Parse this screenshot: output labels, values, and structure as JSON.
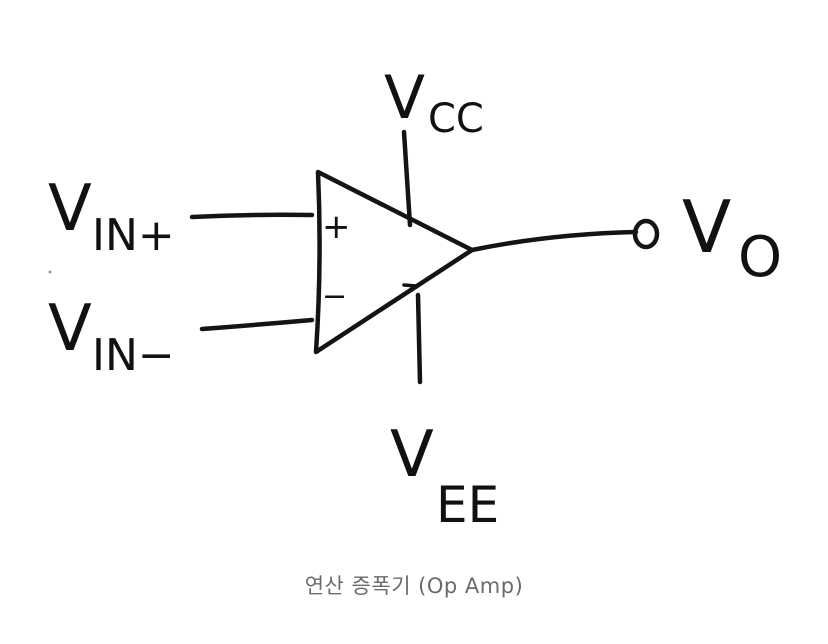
{
  "labels": {
    "vcc_main": "V",
    "vcc_sub": "CC",
    "vin_plus_main": "V",
    "vin_plus_sub": "IN+",
    "vin_minus_main": "V",
    "vin_minus_sub": "IN−",
    "vee_main": "V",
    "vee_sub": "EE",
    "vo_main": "V",
    "vo_sub": "O",
    "plus_sign": "+",
    "minus_sign": "−"
  },
  "caption": "연산 증폭기 (Op Amp)",
  "colors": {
    "ink": "#141414",
    "caption": "#6a6a6a"
  }
}
